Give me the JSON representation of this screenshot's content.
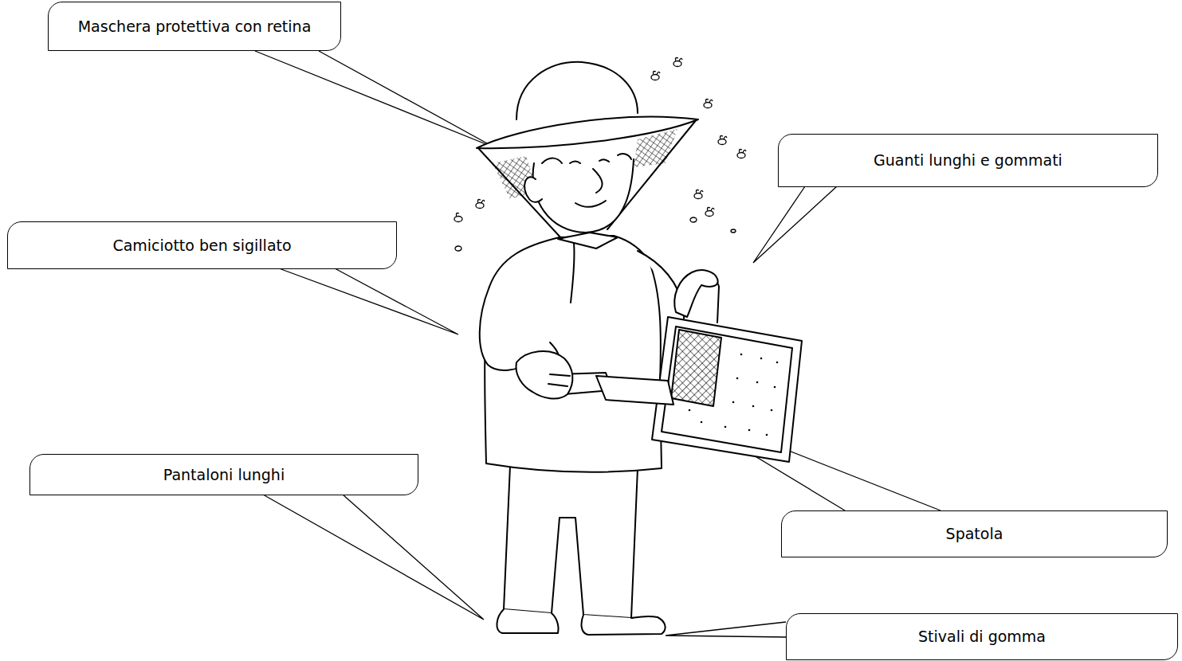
{
  "diagram": {
    "nodes": [
      {
        "text": [
          "Maschera protettiva con retina"
        ]
      },
      {
        "text": [
          "Guanti lunghi e gommati"
        ]
      },
      {
        "text": [
          "Camiciotto ben sigillato"
        ]
      },
      {
        "text": [
          "Pantaloni lunghi"
        ]
      },
      {
        "text": [
          "Spatola"
        ]
      },
      {
        "text": [
          "Stivali di gomma"
        ]
      }
    ]
  }
}
